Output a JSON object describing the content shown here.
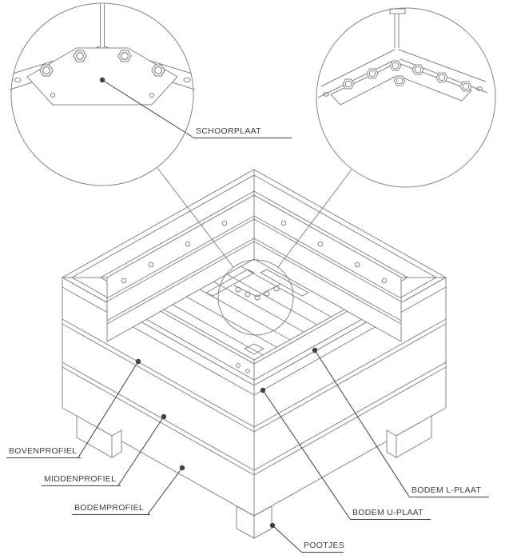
{
  "colors": {
    "line": "#858585",
    "leader": "#414141",
    "label_text": "#3d3d3d",
    "background": "#ffffff"
  },
  "labels": {
    "schoorplaat": "SCHOORPLAAT",
    "bovenprofiel": "BOVENPROFIEL",
    "middenprofiel": "MIDDENPROFIEL",
    "bodemprofiel": "BODEMPROFIEL",
    "bodem_l_plaat": "BODEM L-PLAAT",
    "bodem_u_plaat": "BODEM U-PLAAT",
    "pootjes": "POOTJES"
  }
}
